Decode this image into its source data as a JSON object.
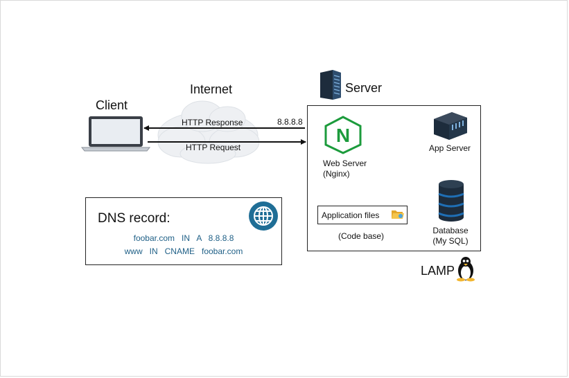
{
  "labels": {
    "internet": "Internet",
    "server": "Server",
    "client": "Client",
    "ip": "8.8.8.8",
    "http_response": "HTTP Response",
    "http_request": "HTTP Request",
    "web_server": "Web Server",
    "web_server_sub": "(Nginx)",
    "app_server": "App Server",
    "app_files": "Application files",
    "code_base": "(Code base)",
    "database": "Database",
    "database_sub": "(My SQL)",
    "lamp": "LAMP",
    "nginx_letter": "N"
  },
  "dns": {
    "title": "DNS record:",
    "line1": "foobar.com   IN   A   8.8.8.8",
    "line2": "www   IN   CNAME   foobar.com"
  },
  "icons": [
    "laptop-icon",
    "cloud-icon",
    "server-rack-icon",
    "nginx-icon",
    "app-server-icon",
    "database-icon",
    "folder-icon",
    "globe-icon",
    "linux-penguin-icon"
  ],
  "colors": {
    "nginx_green": "#1c9b3c",
    "dns_text": "#1e5f86",
    "globe": "#1f6e96",
    "db_blue": "#1f6fb5",
    "dark_hw": "#1d2c3c"
  }
}
